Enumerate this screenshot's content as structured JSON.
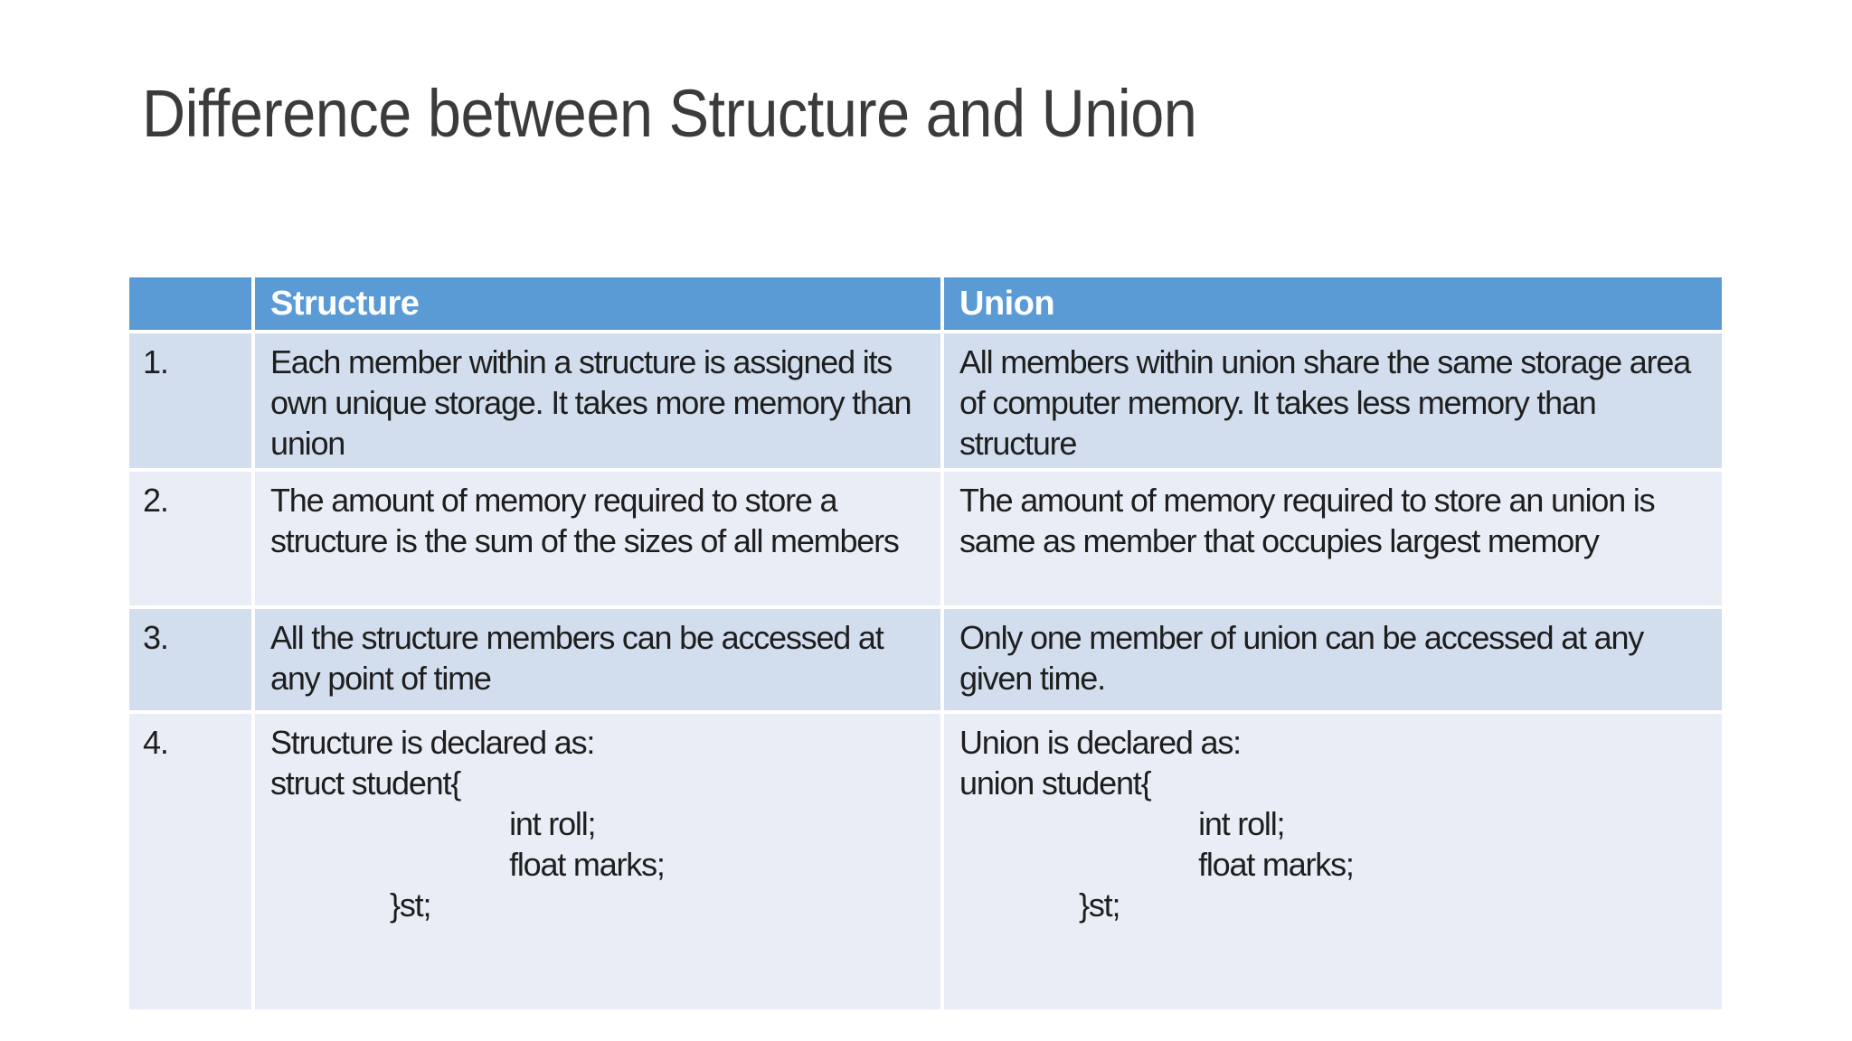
{
  "slide": {
    "title": "Difference between Structure and Union"
  },
  "table": {
    "headers": {
      "corner": "",
      "structure": "Structure",
      "union": "Union"
    },
    "rows": [
      {
        "num": "1.",
        "structure": "Each member within a structure is assigned its own unique storage. It takes more memory than union",
        "union": "All members within union share the same storage area of computer memory. It takes less memory than structure"
      },
      {
        "num": "2.",
        "structure": "The amount of memory required to store a structure is the sum of the sizes of all members",
        "union": "The amount of memory required to store an union is same as member that occupies largest memory"
      },
      {
        "num": "3.",
        "structure": "All the structure members can be accessed at any point of time",
        "union": "Only one member of union can be accessed at any given time."
      },
      {
        "num": "4.",
        "structure": "Structure is declared as:\nstruct student{\n\t\tint roll;\n\t\tfloat marks;\n\t}st;",
        "union": "Union is declared as:\nunion student{\n\t\tint roll;\n\t\tfloat marks;\n\t}st;"
      }
    ]
  },
  "colors": {
    "header_bg": "#5B9BD5",
    "row_band_dark": "#D2DEEE",
    "row_band_light": "#E9EEF6",
    "header_text": "#FFFFFF",
    "body_text": "#1E1E1E",
    "title_text": "#3B3B3B",
    "slide_bg": "#FFFFFF"
  }
}
